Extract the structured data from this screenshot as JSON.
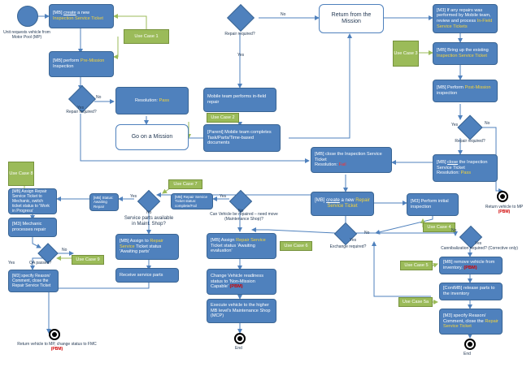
{
  "boxes": {
    "create_ticket": {
      "pre": "[MB]",
      "verb": "create",
      "mid": " a new",
      "hl": "Inspection Service Ticket"
    },
    "pre_mission": {
      "pre": "[MB] perform",
      "hl": "Pre-Mission",
      "post": "Inspection"
    },
    "resolution_pass_1": {
      "text": "Resolution:",
      "hl": "Pass"
    },
    "go_mission": {
      "text": "Go on a Mission"
    },
    "return_mission": {
      "text": "Return from the Mission"
    },
    "repairs_performed": {
      "text": "Mobile team performs in-field repair"
    },
    "parent_completes": {
      "pre": "[Parent]",
      "text": "Mobile team completes Task/Parts/Time-based documents"
    },
    "m3_received": {
      "pre": "[M3]",
      "text": "If any repairs was performed by Mobile team, review and process",
      "hl": "In-Field Service Tickets"
    },
    "mb_bring_up": {
      "pre": "[MB]",
      "text": "Bring up the existing",
      "hl": "Inspection Service Ticket"
    },
    "post_mission": {
      "pre": "[MB] Perform",
      "hl": "Post-Mission",
      "post": "inspection"
    },
    "close_inspection_left": {
      "pre": "[MB]",
      "text": "close the Inspection Service Ticket",
      "res": "Resolution:",
      "hl": "Fail"
    },
    "close_inspection_right": {
      "pre": "[MB]",
      "verb": "close",
      "text": "the Inspection Service Ticket",
      "res": "Resolution:",
      "hl": "Pass"
    },
    "create_repair": {
      "pre": "[MB]",
      "verb": "create",
      "mid": " a new",
      "hl": "Repair Service Ticket"
    },
    "initial_inspection": {
      "pre": "[M3]",
      "text": "Perform initial inspection"
    },
    "assign_ticket_mechanic": {
      "pre": "[MB]",
      "text": "Assign Repair Service Ticket to Mechanic, switch ticket status to 'Work in Progress'"
    },
    "m3_processes": {
      "pre": "[M3]",
      "text": "Mechanic processes repair"
    },
    "specify_reason_left": {
      "pre": "[M3]",
      "text": "specify Reason/ Comment, close the Repair Service Ticket"
    },
    "mb_status": {
      "pre": "[MB]",
      "text": "Status: Awaiting Repair"
    },
    "mb_repair_status": {
      "pre": "[MB]",
      "text": "Repair Service Ticket status: complete/Fail"
    },
    "assign_repair_parts": {
      "pre": "[MB]",
      "text": "Assign to",
      "hl": "Repair Service",
      "post": "Ticket status 'Awaiting parts'"
    },
    "receive_parts": {
      "text": "Receive service parts"
    },
    "assign_repair_eval": {
      "pre": "[MB]",
      "text": "Assign",
      "hl": "Repair Service",
      "post": "Ticket status 'Awaiting evaluation'"
    },
    "change_vehicle": {
      "text": "Change Vehicle readiness status to 'Non-Mission Capable'",
      "pbm": "(PBM)"
    },
    "execute_vehicle": {
      "text": "Execute vehicle to the higher MB level's Maintenance Shop (MCP)"
    },
    "remove_vehicle": {
      "pre": "[MB]",
      "text": "remove vehicle from inventory.",
      "pbm": "(PBM)"
    },
    "release_parts": {
      "pre": "[ContMB]",
      "text": "release parts to the inventory"
    },
    "specify_reason_right": {
      "pre": "[M3]",
      "text": "specify Reason/ Comment, close the",
      "hl": "Repair Service Ticket"
    }
  },
  "use_cases": {
    "uc1": "Use Case 1",
    "uc2": "Use Case 2",
    "uc3": "Use Case 3",
    "uc7": "Use Case 7",
    "uc8": "Use Case 8",
    "uc9": "Use Case 9",
    "uc6": "Use Case 6",
    "uc4": "Use Case 4",
    "uc5": "Use Case 5",
    "uc5a": "Use Case 5a"
  },
  "start": {
    "text": "Unit requests vehicle from Motor Pool (MP)"
  },
  "decisions": {
    "repair_required_1": "Repair required?",
    "repair_required_2": "Repair required?",
    "repair_required_3": "Repair required?",
    "service_parts": "Service parts available in Maint. Shop?",
    "can_vehicle": "Can Vehicle be repaired – need move (Maintenance Shop)?",
    "qa_passed": "QA passed?",
    "exchange_required": "Exchange required?",
    "cannibalization": "Cannibalization required? (Corrective only)"
  },
  "edge_labels": {
    "yes": "Yes",
    "no": "No"
  },
  "ends": {
    "return_mp_right": "Return vehicle to MP",
    "return_mp_pbm": "(PBM)",
    "return_left": "Return vehicle to MP, change status to FMC",
    "return_left_pbm": "(PBM)",
    "end": "End"
  }
}
